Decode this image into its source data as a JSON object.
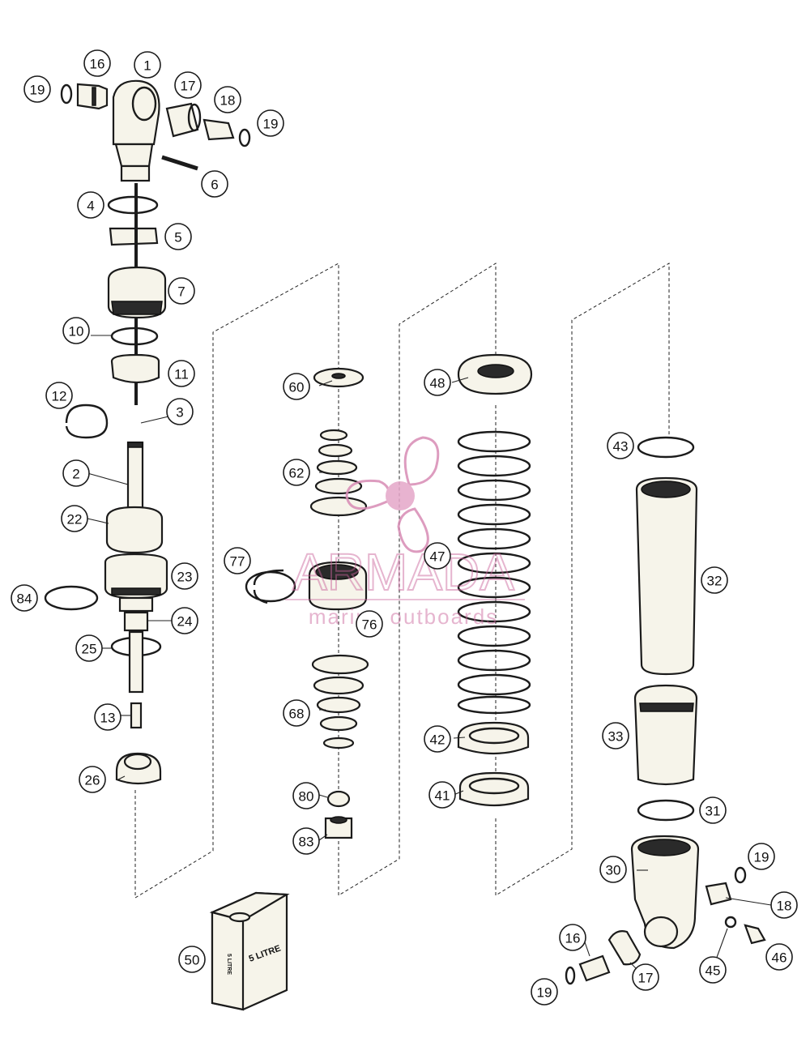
{
  "diagram": {
    "callouts": [
      "19",
      "16",
      "1",
      "17",
      "18",
      "19",
      "6",
      "4",
      "5",
      "7",
      "10",
      "11",
      "12",
      "3",
      "2",
      "22",
      "23",
      "84",
      "24",
      "25",
      "13",
      "26",
      "60",
      "62",
      "77",
      "76",
      "68",
      "80",
      "83",
      "48",
      "47",
      "42",
      "41",
      "43",
      "32",
      "33",
      "31",
      "30",
      "19",
      "18",
      "45",
      "46",
      "16",
      "17",
      "19",
      "50"
    ],
    "can_label_front": "5 LITRE",
    "can_label_side": "5 LITRE"
  },
  "watermark": {
    "brand": "ARMADA",
    "tagline": "marine outboards",
    "color": "#c8629a"
  }
}
